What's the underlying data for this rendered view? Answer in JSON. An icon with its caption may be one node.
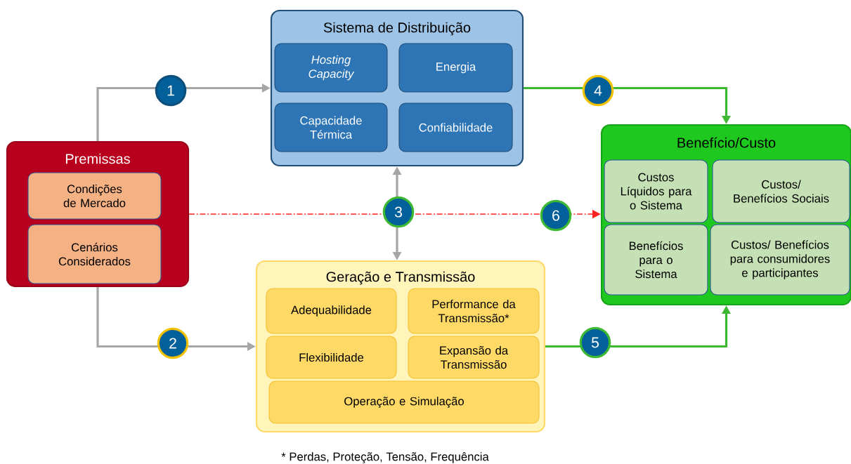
{
  "diagram": {
    "nodes": [
      {
        "text": [
          "Sistema de Distribuição"
        ]
      },
      {
        "text": [
          "Hosting Capacity"
        ],
        "in": 0
      },
      {
        "text": [
          "Energia"
        ],
        "in": 0
      },
      {
        "text": [
          "Capacidade Térmica"
        ],
        "in": 0
      },
      {
        "text": [
          "Confiabilidade"
        ],
        "in": 0
      },
      {
        "text": [
          "Premissas"
        ]
      },
      {
        "text": [
          "Condições de Mercado"
        ],
        "in": 5
      },
      {
        "text": [
          "Cenários Considerados"
        ],
        "in": 5
      },
      {
        "text": [
          "Geração e Transmissão"
        ]
      },
      {
        "text": [
          "Adequabilidade"
        ],
        "in": 8
      },
      {
        "text": [
          "Performance da Transmissão*"
        ],
        "in": 8
      },
      {
        "text": [
          "Flexibilidade"
        ],
        "in": 8
      },
      {
        "text": [
          "Expansão da Transmissão"
        ],
        "in": 8
      },
      {
        "text": [
          "Operação e Simulação"
        ],
        "in": 8
      },
      {
        "text": [
          "Benefício/Custo"
        ]
      },
      {
        "text": [
          "Custos Líquidos para o Sistema"
        ],
        "in": 14
      },
      {
        "text": [
          "Custos/ Benefícios Sociais"
        ],
        "in": 14
      },
      {
        "text": [
          "Benefícios para o Sistema"
        ],
        "in": 14
      },
      {
        "text": [
          "Custos/ Benefícios para consumidores e participantes"
        ],
        "in": 14
      }
    ],
    "edges": [
      {
        "from": 5,
        "to": 0,
        "arrow": "to",
        "label": "1"
      },
      {
        "from": 5,
        "to": 8,
        "arrow": "to",
        "label": "2"
      },
      {
        "from": 0,
        "to": 8,
        "arrow": "both",
        "label": "3"
      },
      {
        "from": 0,
        "to": 14,
        "arrow": "to",
        "label": "4",
        "color": "#3cb832"
      },
      {
        "from": 8,
        "to": 14,
        "arrow": "to",
        "label": "5",
        "color": "#3cb832"
      },
      {
        "from": 5,
        "to": 14,
        "arrow": "to",
        "label": "6",
        "style": "dashed",
        "color": "#ff2020"
      }
    ],
    "labels": [
      "* Perdas, Proteção, Tensão, Frequência"
    ]
  }
}
